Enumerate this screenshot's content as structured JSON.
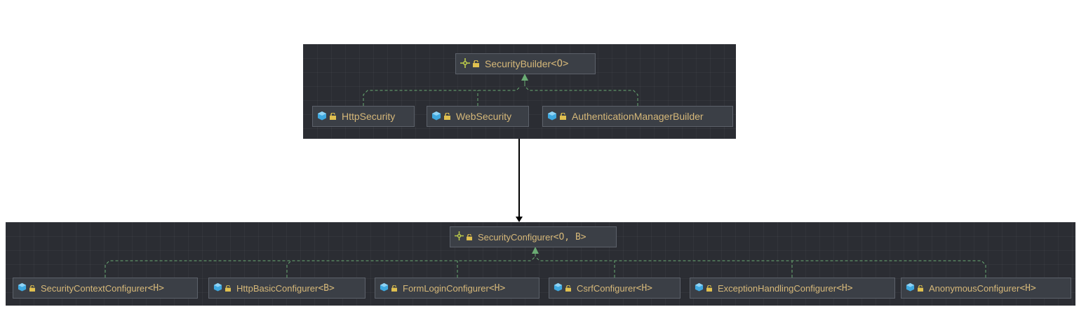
{
  "top": {
    "parent": {
      "name": "SecurityBuilder",
      "generic": "<O>",
      "icon": "interface-icon"
    },
    "children": [
      {
        "name": "HttpSecurity",
        "icon": "class-icon"
      },
      {
        "name": "WebSecurity",
        "icon": "class-icon"
      },
      {
        "name": "AuthenticationManagerBuilder",
        "icon": "class-icon"
      }
    ]
  },
  "bottom": {
    "parent": {
      "name": "SecurityConfigurer",
      "generic": "<O, B>",
      "icon": "interface-icon"
    },
    "children": [
      {
        "name": "SecurityContextConfigurer",
        "generic": "<H>",
        "icon": "class-icon"
      },
      {
        "name": "HttpBasicConfigurer",
        "generic": "<B>",
        "icon": "class-icon"
      },
      {
        "name": "FormLoginConfigurer",
        "generic": "<H>",
        "icon": "class-icon"
      },
      {
        "name": "CsrfConfigurer",
        "generic": "<H>",
        "icon": "class-icon"
      },
      {
        "name": "ExceptionHandlingConfigurer",
        "generic": "<H>",
        "icon": "class-icon"
      },
      {
        "name": "AnonymousConfigurer",
        "generic": "<H>",
        "icon": "class-icon"
      }
    ]
  },
  "colors": {
    "panel_bg": "#2b2d33",
    "node_bg": "#3b3f46",
    "node_border": "#5c616a",
    "label_text": "#d6b879",
    "inheritance_line": "#6aab73",
    "connector": "#000000",
    "class_icon": "#3fa9e0",
    "interface_icon": "#b9c94a",
    "lock_icon": "#e0c04f"
  }
}
